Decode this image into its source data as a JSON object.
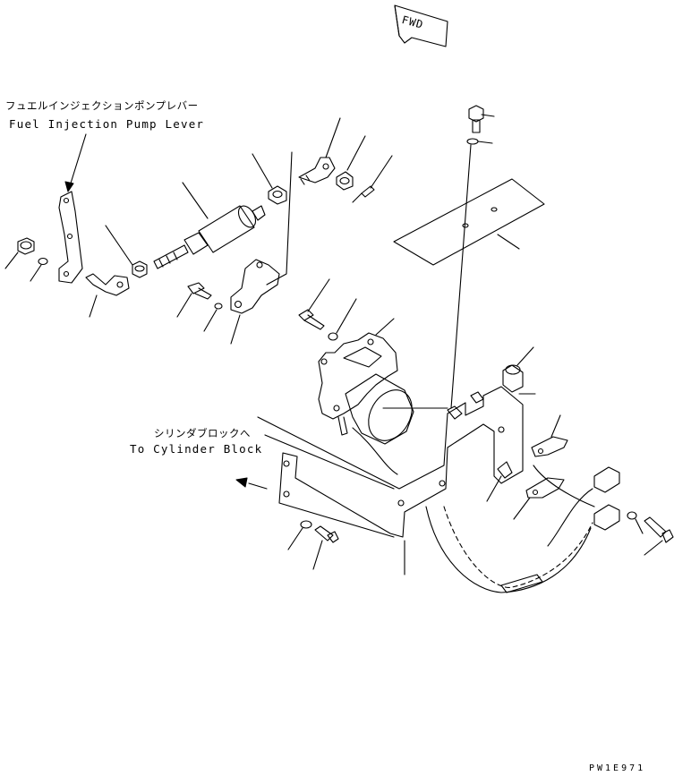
{
  "labels": {
    "fuel_lever_jp": "フュエルインジェクションポンプレバー",
    "fuel_lever_en": "Fuel Injection Pump Lever",
    "cylinder_jp": "シリンダブロックへ",
    "cylinder_en": "To Cylinder Block",
    "fwd": "FWD",
    "drawing_code": "PW1E971"
  },
  "colors": {
    "line": "#000000",
    "background": "#ffffff"
  }
}
